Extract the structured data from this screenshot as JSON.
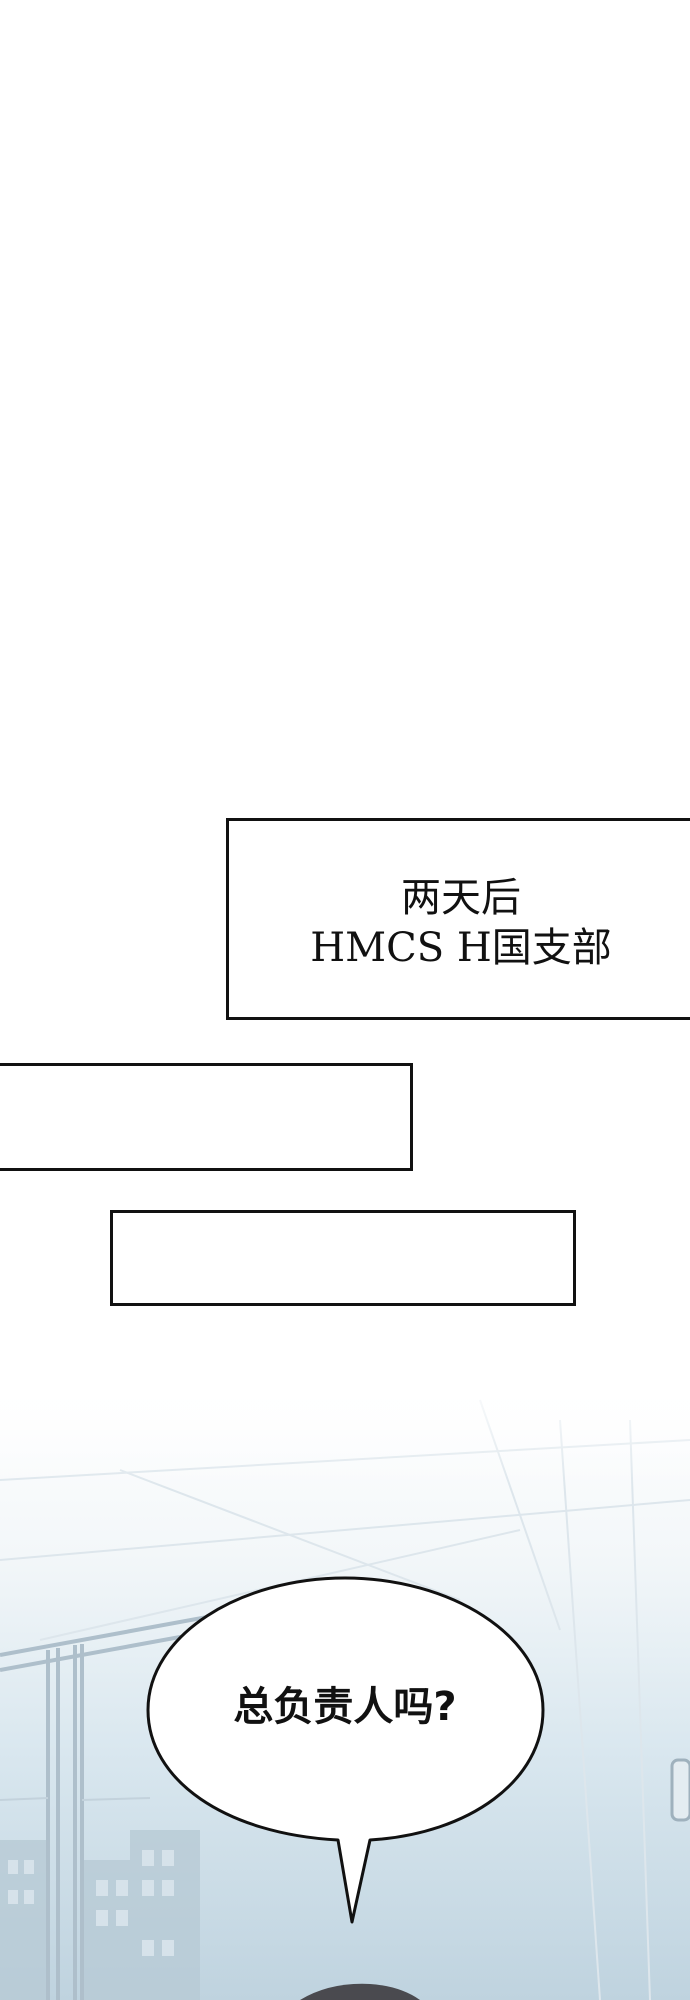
{
  "caption": {
    "line1": "两天后",
    "line2": "HMCS H国支部"
  },
  "speech_bubble": {
    "text": "总负责人吗?"
  },
  "colors": {
    "ink": "#111111",
    "paper": "#ffffff",
    "sky": "#cfe0ea"
  }
}
